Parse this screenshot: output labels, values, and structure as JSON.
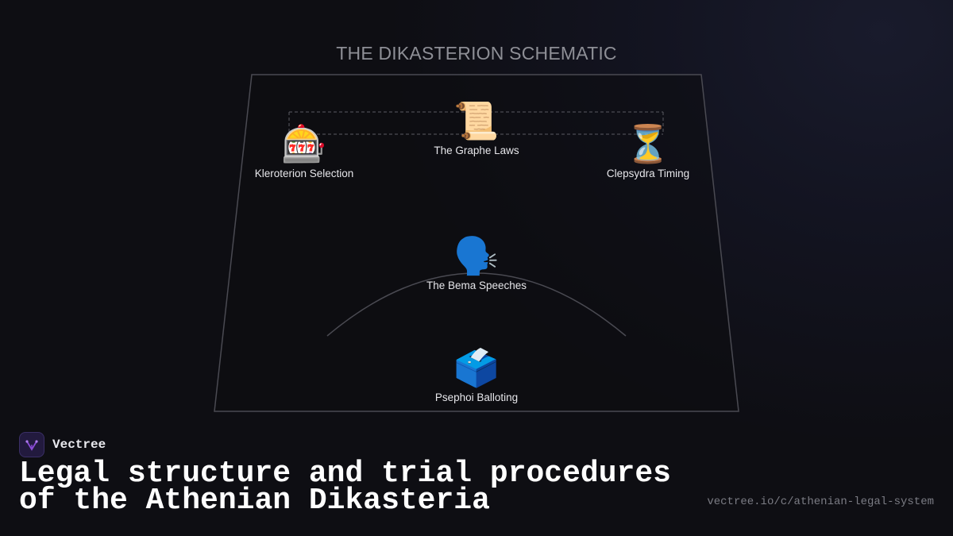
{
  "diagram": {
    "title": "THE DIKASTERION SCHEMATIC",
    "nodes": [
      {
        "id": "graphe",
        "icon": "scroll-icon",
        "glyph": "📜",
        "label": "The Graphe Laws"
      },
      {
        "id": "kleroterion",
        "icon": "slot-machine-icon",
        "glyph": "🎰",
        "label": "Kleroterion Selection"
      },
      {
        "id": "clepsydra",
        "icon": "hourglass-icon",
        "glyph": "⏳",
        "label": "Clepsydra Timing"
      },
      {
        "id": "bema",
        "icon": "speaking-head-icon",
        "glyph": "🗣️",
        "label": "The Bema Speeches"
      },
      {
        "id": "psephoi",
        "icon": "ballot-box-icon",
        "glyph": "🗳️",
        "label": "Psephoi Balloting"
      }
    ],
    "colors": {
      "frame": "#4a4a52",
      "dashed": "#5a5a62",
      "arc": "#4a4a52"
    }
  },
  "brand": {
    "name": "Vectree",
    "logo_icon": "vectree-logo-icon",
    "logo_color": "#8a4bd6"
  },
  "headline": "Legal structure and trial procedures of the Athenian Dikasteria",
  "url": "vectree.io/c/athenian-legal-system"
}
